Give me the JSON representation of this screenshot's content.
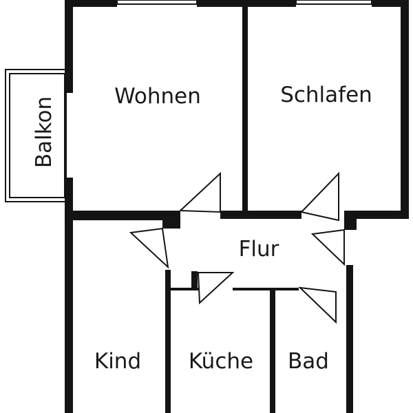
{
  "plan": {
    "rooms": {
      "wohnen": "Wohnen",
      "schlafen": "Schlafen",
      "balkon": "Balkon",
      "flur": "Flur",
      "kind": "Kind",
      "kueche": "Küche",
      "bad": "Bad"
    },
    "colors": {
      "wall": "#141414",
      "background": "#ffffff"
    }
  }
}
